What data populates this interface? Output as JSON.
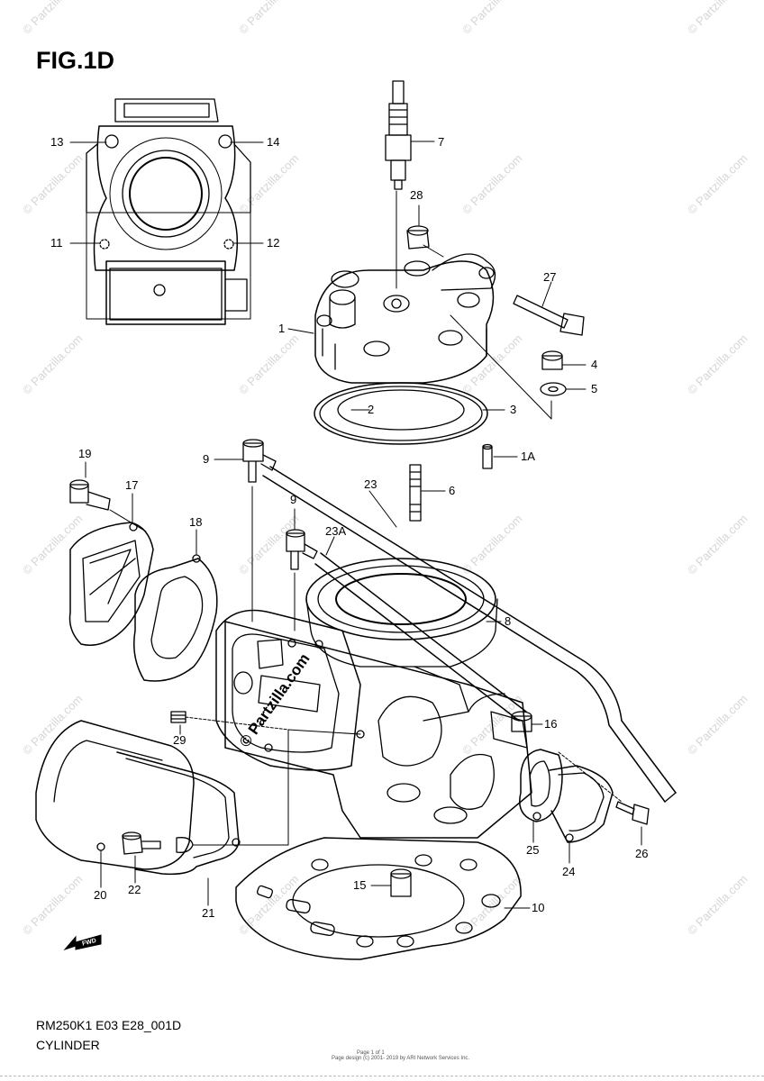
{
  "figure": {
    "title": "FIG.1D",
    "code": "RM250K1 E03 E28_001D",
    "name": "CYLINDER",
    "watermark": "© Partzilla.com",
    "credit_line1": "Page 1 of 1",
    "credit_line2": "Page design (c) 2001- 2019 by ARI Network Services Inc.",
    "fwd_label": "FWD"
  },
  "callouts": [
    "13",
    "14",
    "7",
    "28",
    "11",
    "12",
    "27",
    "1",
    "4",
    "5",
    "2",
    "3",
    "9",
    "1A",
    "19",
    "23",
    "6",
    "17",
    "18",
    "9",
    "23A",
    "8",
    "16",
    "29",
    "25",
    "26",
    "24",
    "20",
    "22",
    "21",
    "15",
    "10"
  ],
  "colors": {
    "line": "#000000",
    "watermark": "#d6d6d6"
  }
}
